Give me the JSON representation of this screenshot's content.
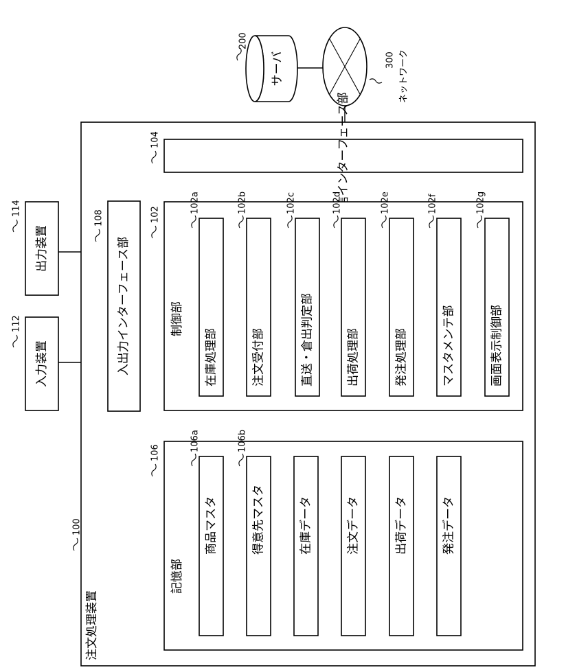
{
  "order_processing_device": {
    "label": "注文処理装置",
    "ref": "100"
  },
  "server": {
    "label": "サーバ",
    "ref": "200"
  },
  "network": {
    "label": "ネットワーク",
    "ref": "300"
  },
  "comm_interface": {
    "label": "通信インターフェース部",
    "ref": "104"
  },
  "io_interface": {
    "label": "入出力インターフェース部",
    "ref": "108"
  },
  "input_device": {
    "label": "入力装置",
    "ref": "112"
  },
  "output_device": {
    "label": "出力装置",
    "ref": "114"
  },
  "control_unit": {
    "label": "制御部",
    "ref": "102",
    "modules": [
      {
        "label": "在庫処理部",
        "ref": "102a"
      },
      {
        "label": "注文受付部",
        "ref": "102b"
      },
      {
        "label": "直送・倉出判定部",
        "ref": "102c"
      },
      {
        "label": "出荷処理部",
        "ref": "102d"
      },
      {
        "label": "発注処理部",
        "ref": "102e"
      },
      {
        "label": "マスタメンテ部",
        "ref": "102f"
      },
      {
        "label": "画面表示制御部",
        "ref": "102g"
      }
    ]
  },
  "storage_unit": {
    "label": "記憶部",
    "ref": "106",
    "items": [
      {
        "label": "商品マスタ",
        "ref": "106a"
      },
      {
        "label": "得意先マスタ",
        "ref": "106b"
      },
      {
        "label": "在庫データ",
        "ref": ""
      },
      {
        "label": "注文データ",
        "ref": ""
      },
      {
        "label": "出荷データ",
        "ref": ""
      },
      {
        "label": "発注データ",
        "ref": ""
      }
    ]
  }
}
